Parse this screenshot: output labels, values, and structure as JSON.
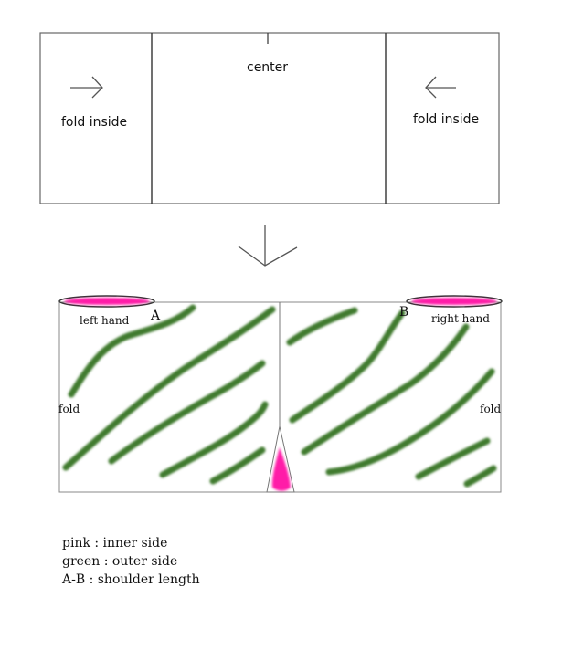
{
  "top_diagram": {
    "center_label": "center",
    "left_label": "fold inside",
    "right_label": "fold inside"
  },
  "bottom_diagram": {
    "point_a": "A",
    "point_b": "B",
    "left_hand_label": "left hand",
    "right_hand_label": "right hand",
    "left_fold_label": "fold",
    "right_fold_label": "fold"
  },
  "legend": {
    "pink": "pink : inner side",
    "green": "green : outer side",
    "ab": "A-B : shoulder length"
  },
  "colors": {
    "pink": "#ff1fa8",
    "green": "#3f7a2e",
    "line": "#555555"
  }
}
